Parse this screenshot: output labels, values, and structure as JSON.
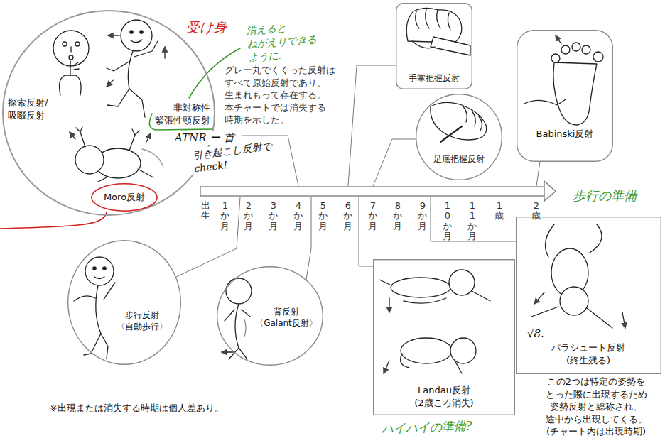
{
  "diagram": {
    "nodes": [
      {
        "text": [
          "探索反射/ 吸啜反射",
          "非対称性 緊張性頸反射"
        ]
      },
      {
        "text": [
          "Moro反射"
        ],
        "in": 0
      },
      {
        "text": [
          "手掌把握反射"
        ]
      },
      {
        "text": [
          "足底把握反射"
        ]
      },
      {
        "text": [
          "Babinski反射"
        ]
      },
      {
        "text": [
          "歩行反射 〈自動歩行〉"
        ]
      },
      {
        "text": [
          "背反射 〈Galant反射〉"
        ]
      },
      {
        "text": [
          "Landau反射 (2歳ころ消失)"
        ]
      },
      {
        "text": [
          "パラシュート反射 (終生残る)"
        ]
      }
    ],
    "labels": [
      "受け身",
      "消えると ねがえりできる ように.",
      "ATNR ー 首",
      "引き起こし反射で check!",
      "グレー丸でくくった反射は すべて原始反射であり、 生まれもって存在する。 本チャートでは消失する 時期を示した。",
      "出生",
      "1か月",
      "2か月",
      "3か月",
      "4か月",
      "5か月",
      "6か月",
      "7か月",
      "8か月",
      "9か月",
      "10か月",
      "11か月",
      "1歳",
      "2歳",
      "歩行の準備",
      "√8.",
      "この2つは特定の姿勢を とった際に出現するため 姿勢反射と総称され、 途中から出現してくる。 (チャート内は出現時期)",
      "※出現または消失する時期は個人差あり。",
      "ハイハイの準備?"
    ]
  }
}
